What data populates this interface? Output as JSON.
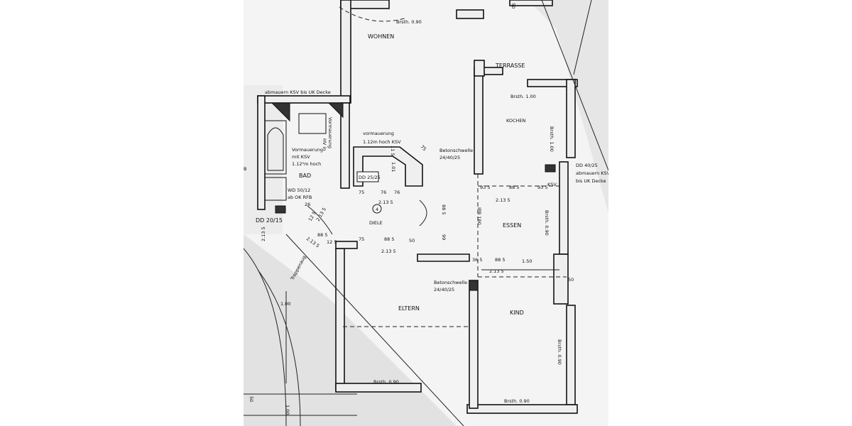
{
  "rooms": {
    "wohnen": "WOHNEN",
    "terrasse": "TERRASSE",
    "kochen": "KOCHEN",
    "essen": "ESSEN",
    "diele": "DIELE",
    "bad": "BAD",
    "eltern": "ELTERN",
    "kind": "KIND"
  },
  "notes": {
    "abmauern_top": "abmauern KSV  bis UK Decke",
    "vormauerung_bad_1": "Vormauerung",
    "vormauerung_bad_2": "mit KSV",
    "vormauerung_bad_3": "1.12⁵m hoch",
    "hv_1": "HV in",
    "hv_2": "Vormauerung",
    "vormauerung_diele_1": "vormauerung",
    "vormauerung_diele_2": "1.12m hoch KSV",
    "dd_25": "DD 25/25",
    "betonschwelle_1a": "Betonschwelle",
    "betonschwelle_1b": "24/40/25",
    "betonschwelle_2a": "Betonschwelle",
    "betonschwelle_2b": "24/40/25",
    "wd_1": "WD 50/12",
    "wd_2": "ab OK RFB",
    "dd_20": "DD 20/15",
    "dd_40_1": "DD 40/25",
    "dd_40_2": "abmauern KSV",
    "dd_40_3": "bis UK Decke",
    "ksv": "KSV",
    "ipb": "IPB 180",
    "treppe": "Treppenaug",
    "b_edge": "B",
    "circle_num": "4"
  },
  "brsth": {
    "top": "Brsth. 0.90",
    "kochen": "Brsth. 1.00",
    "kochen_side": "Brsth. 1.00",
    "essen_side": "Brsth. 0.90",
    "kind_side": "Brsth. 0.90",
    "eltern_bottom": "Brsth. 0.90",
    "kind_bottom": "Brsth. 0.90"
  },
  "dims": {
    "d50_top": "50",
    "d75": "75",
    "d1_01": "1.01",
    "d75_a": "75",
    "d76": "76",
    "d2135_a": "2.13 5",
    "d935_a": "93 5",
    "d885_a": "88 5",
    "d935_b": "93 5",
    "d2135_b": "2.13 5",
    "d76_b": "76",
    "d26": "26",
    "d2135_c": "2.13 5",
    "d125": "12 5",
    "d2135_dd": "2.13 5",
    "d885_b": "88 5",
    "d125_b": "12 5",
    "d2135_d": "2.13 5",
    "d75_b": "75",
    "d885_c": "88 5",
    "d50_b": "50",
    "d2135_e": "2.13 5",
    "d885_v": "88 5",
    "d99": "99",
    "d365": "36 5",
    "d885_d": "88 5",
    "d150": "1.50",
    "d2135_f": "2.13 5",
    "d50_c": "50",
    "d100_a": "1.00",
    "d100_b": "1.00",
    "d50_d": "50",
    "d115": "11 5"
  }
}
